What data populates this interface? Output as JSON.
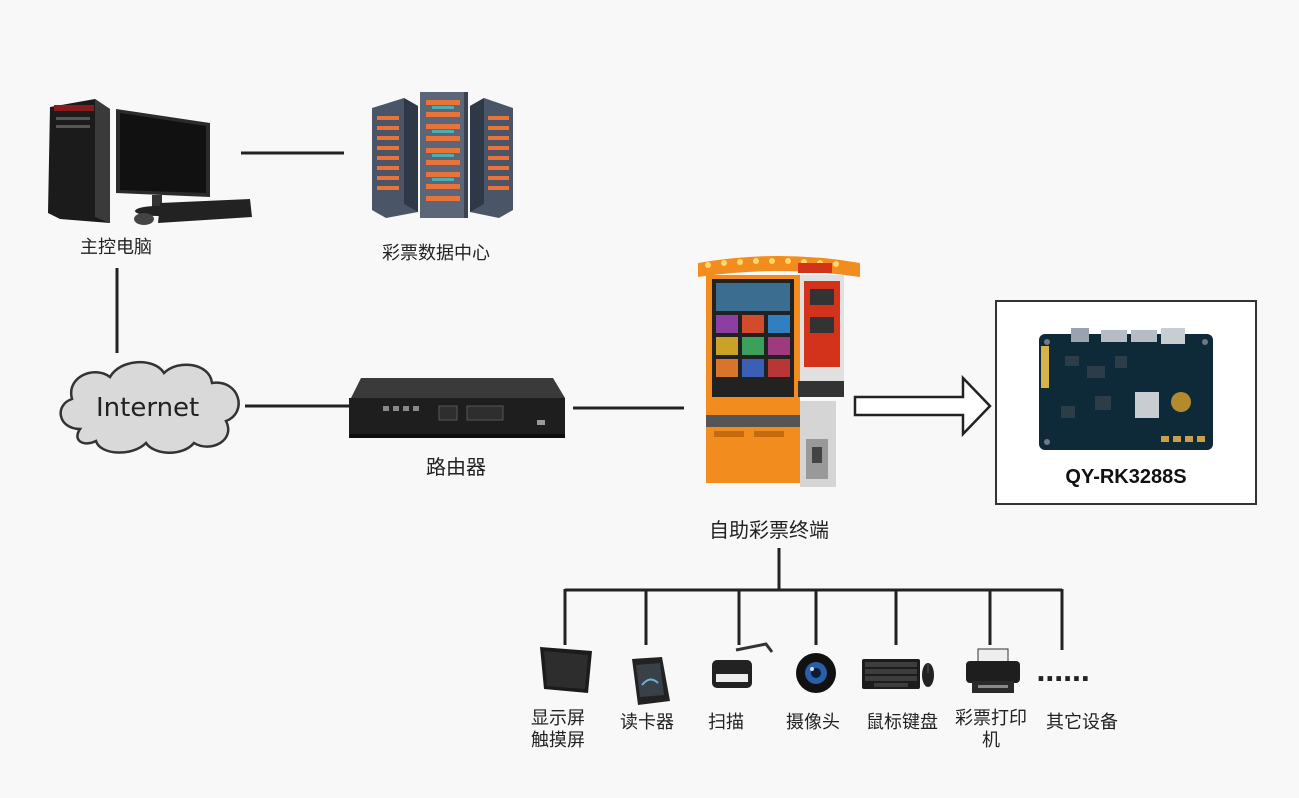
{
  "nodes": {
    "host_pc": "主控电脑",
    "data_center": "彩票数据中心",
    "internet": "Internet",
    "router": "路由器",
    "terminal": "自助彩票终端",
    "board": "QY-RK3288S"
  },
  "devices": [
    {
      "line1": "显示屏",
      "line2": "触摸屏"
    },
    {
      "line1": "读卡器",
      "line2": ""
    },
    {
      "line1": "扫描",
      "line2": ""
    },
    {
      "line1": "摄像头",
      "line2": ""
    },
    {
      "line1": "鼠标键盘",
      "line2": ""
    },
    {
      "line1": "彩票打印",
      "line2": "机"
    },
    {
      "line1": "其它设备",
      "line2": ""
    }
  ],
  "more_indicator": "......"
}
